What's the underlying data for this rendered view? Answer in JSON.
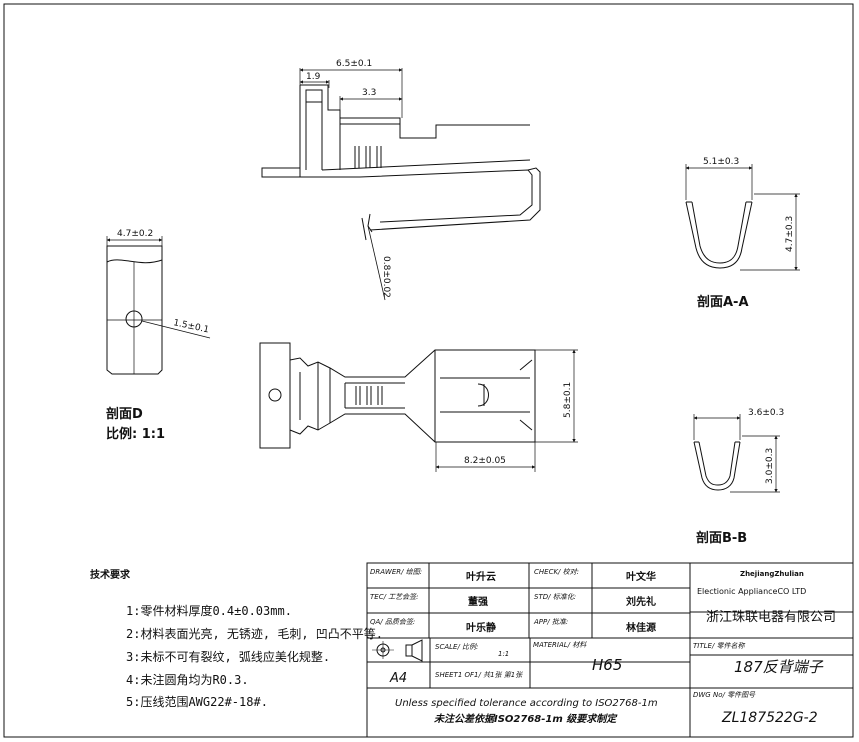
{
  "dimensions": {
    "top_width": "6.5±0.1",
    "top_left": "1.9",
    "top_right": "3.3",
    "thickness": "0.8±0.02",
    "d_width": "4.7±0.2",
    "hole": "1.5±0.1",
    "plan_height": "5.8±0.1",
    "plan_length": "8.2±0.05",
    "aa_width": "5.1±0.3",
    "aa_height": "4.7±0.3",
    "bb_width": "3.6±0.3",
    "bb_height": "3.0±0.3"
  },
  "labels": {
    "section_aa": "剖面A-A",
    "section_bb": "剖面B-B",
    "section_d": "剖面D",
    "scale_d": "比例: 1:1"
  },
  "notes": {
    "title": "技术要求",
    "items": [
      "1:零件材料厚度0.4±0.03mm.",
      "2:材料表面光亮, 无锈迹, 毛刺, 凹凸不平等.",
      "3:未标不可有裂纹, 弧线应美化规整.",
      "4:未注圆角均为R0.3.",
      "5:压线范围AWG22#-18#."
    ]
  },
  "title_block": {
    "drawer_label": "DRAWER/ 绘图:",
    "drawer": "叶升云",
    "check_label": "CHECK/ 校对:",
    "check": "叶文华",
    "tec_label": "TEC/ 工艺会签:",
    "tec": "董强",
    "std_label": "STD/ 标准化:",
    "std": "刘先礼",
    "qa_label": "QA/ 品质会签:",
    "qa": "叶乐静",
    "app_label": "APP/ 批准:",
    "app": "林佳源",
    "company_en1": "ZhejiangZhulian",
    "company_en2": "Electionic ApplianceCO LTD",
    "company_cn": "浙江珠联电器有限公司",
    "scale_label": "SCALE/ 比例:",
    "scale_value": "1:1",
    "sheet_label": "SHEET1 OF1/ 共1张 第1张",
    "paper_size": "A4",
    "material_label": "MATERIAL/ 材料",
    "material": "H65",
    "title_label": "TITLE/ 零件名称",
    "title": "187反背端子",
    "tolerance_en": "Unless specified tolerance according to ISO2768-1m",
    "tolerance_cn": "未注公差依据ISO2768-1m 级要求制定",
    "dwg_label": "DWG No/ 零件图号",
    "dwg_no": "ZL187522G-2"
  }
}
